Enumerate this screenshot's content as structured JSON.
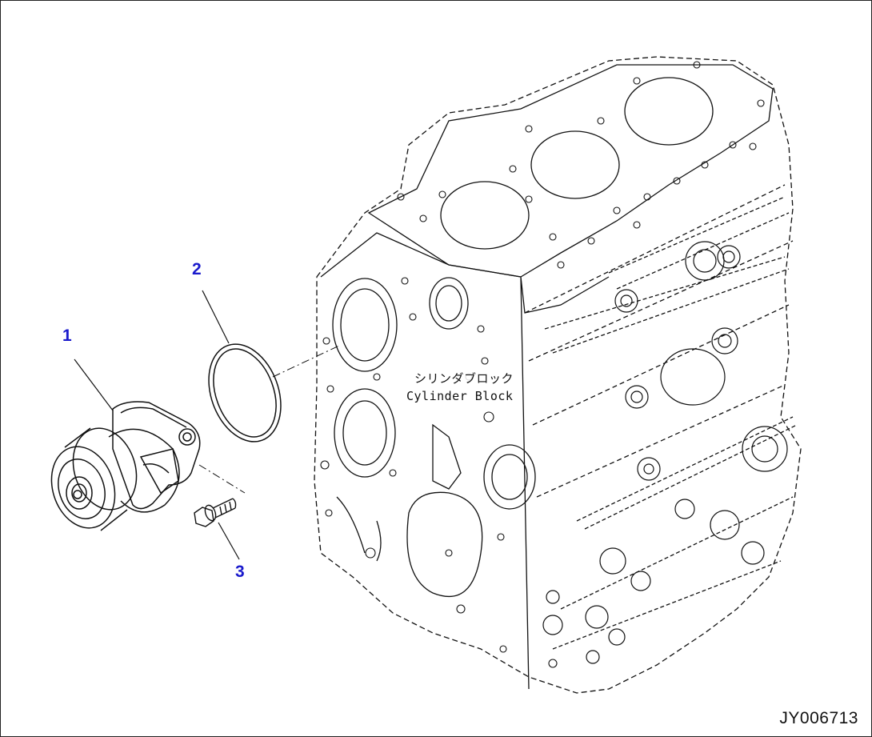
{
  "diagram": {
    "drawing_code": "JY006713",
    "block_label_jp": "シリンダブロック",
    "block_label_en": "Cylinder Block",
    "callouts": [
      {
        "id": "1",
        "label": "1"
      },
      {
        "id": "2",
        "label": "2"
      },
      {
        "id": "3",
        "label": "3"
      }
    ],
    "colors": {
      "callout": "#1a1acc",
      "line": "#111111",
      "background": "#ffffff"
    }
  }
}
